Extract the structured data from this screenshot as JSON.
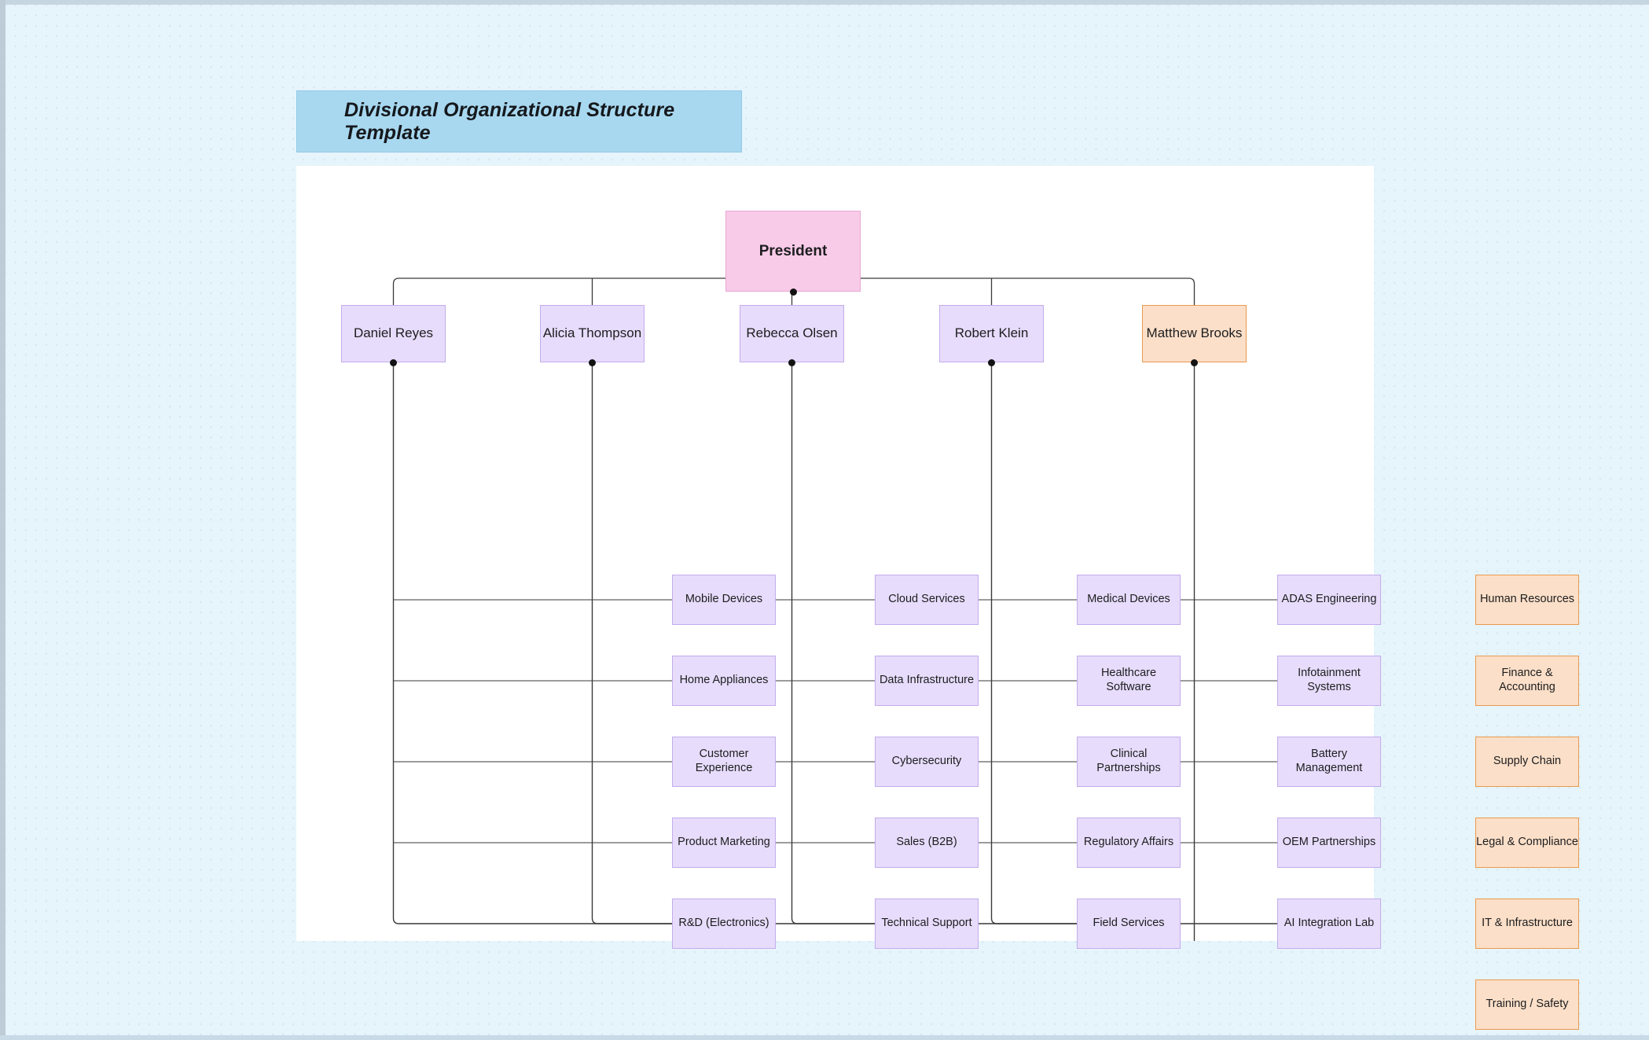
{
  "page": {
    "background_color": "#e6f4fc",
    "canvas_color": "#ffffff"
  },
  "banner": {
    "title": "Divisional Organizational Structure Template",
    "background_color": "#a8d8f0"
  },
  "palette": {
    "root_fill": "#f8cbe8",
    "root_border": "#e9a8d2",
    "purple_fill": "#e7dcfb",
    "purple_border": "#c3acec",
    "orange_fill": "#fbdfc8",
    "orange_border": "#e99a4f",
    "connector": "#3a3a3a"
  },
  "chart_data": {
    "type": "diagram",
    "title": "Divisional Organizational Structure Template",
    "root": {
      "label": "President",
      "color": "pink"
    },
    "branches": [
      {
        "manager": "Daniel Reyes",
        "color": "purple",
        "children": [
          "Mobile Devices",
          "Home Appliances",
          "Customer Experience",
          "Product Marketing",
          "R&D (Electronics)"
        ]
      },
      {
        "manager": "Alicia Thompson",
        "color": "purple",
        "children": [
          "Cloud Services",
          "Data Infrastructure",
          "Cybersecurity",
          "Sales (B2B)",
          "Technical Support"
        ]
      },
      {
        "manager": "Rebecca Olsen",
        "color": "purple",
        "children": [
          "Medical Devices",
          "Healthcare Software",
          "Clinical Partnerships",
          "Regulatory Affairs",
          "Field Services"
        ]
      },
      {
        "manager": "Robert Klein",
        "color": "purple",
        "children": [
          "ADAS Engineering",
          "Infotainment Systems",
          "Battery Management",
          "OEM Partnerships",
          "AI Integration Lab"
        ]
      },
      {
        "manager": "Matthew Brooks",
        "color": "orange",
        "children": [
          "Human Resources",
          "Finance & Accounting",
          "Supply Chain",
          "Legal & Compliance",
          "IT & Infrastructure",
          "Training / Safety"
        ]
      }
    ]
  }
}
